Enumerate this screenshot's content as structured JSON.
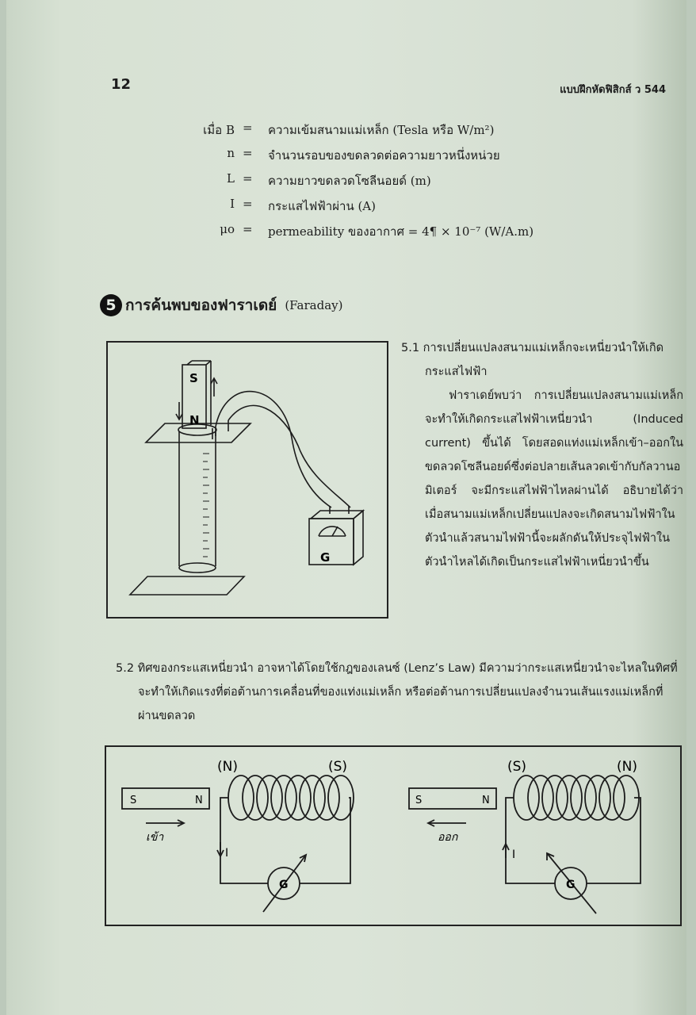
{
  "page_number": "12",
  "header": "แบบฝึกหัดฟิสิกส์ ว 544",
  "definitions": [
    {
      "symbol": "เมื่อ B",
      "text": "ความเข้มสนามแม่เหล็ก (Tesla หรือ W/m²)"
    },
    {
      "symbol": "n",
      "text": "จำนวนรอบของขดลวดต่อความยาวหนึ่งหน่วย"
    },
    {
      "symbol": "L",
      "text": "ความยาวขดลวดโซลีนอยด์ (m)"
    },
    {
      "symbol": "I",
      "text": "กระแสไฟฟ้าผ่าน (A)"
    },
    {
      "symbol": "μo",
      "text": "permeability ของอากาศ = 4¶ × 10⁻⁷ (W/A.m)"
    }
  ],
  "equals_sign": "=",
  "section5": {
    "number": "5",
    "title": "การค้นพบของฟาราเดย์",
    "title_en": "(Faraday)"
  },
  "figure1": {
    "magnet_s": "S",
    "magnet_n": "N",
    "meter_label": "G"
  },
  "sub51": {
    "heading": "5.1 การเปลี่ยนแปลงสนามแม่เหล็กจะเหนี่ยวนำให้เกิดกระแสไฟฟ้า",
    "body": "ฟาราเดย์พบว่า การเปลี่ยนแปลงสนามแม่เหล็กจะทำให้เกิดกระแสไฟฟ้าเหนี่ยวนำ (Induced current) ขึ้นได้ โดยสอดแท่งแม่เหล็กเข้า–ออกในขดลวดโซลีนอยด์ซึ่งต่อปลายเส้นลวดเข้ากับกัลวานอมิเตอร์ จะมีกระแสไฟฟ้าไหลผ่านได้ อธิบายได้ว่า เมื่อสนามแม่เหล็กเปลี่ยนแปลงจะเกิดสนามไฟฟ้าในตัวนำแล้วสนามไฟฟ้านี้จะผลักดันให้ประจุไฟฟ้าในตัวนำไหลได้เกิดเป็นกระแสไฟฟ้าเหนี่ยวนำขึ้น"
  },
  "sub52": {
    "text": "5.2 ทิศของกระแสเหนี่ยวนำ อาจหาได้โดยใช้กฎของเลนซ์ (Lenz’s Law) มีความว่ากระแสเหนี่ยวนำจะไหลในทิศที่จะทำให้เกิดแรงที่ต่อต้านการเคลื่อนที่ของแท่งแม่เหล็ก หรือต่อต้านการเปลี่ยนแปลงจำนวนเส้นแรงแม่เหล็กที่ผ่านขดลวด"
  },
  "figure2": {
    "left": {
      "coil_left": "(N)",
      "coil_right": "(S)",
      "magnet_s": "S",
      "magnet_n": "N",
      "motion": "เข้า",
      "current": "I",
      "meter": "G"
    },
    "right": {
      "coil_left": "(S)",
      "coil_right": "(N)",
      "magnet_s": "S",
      "magnet_n": "N",
      "motion": "ออก",
      "current": "I",
      "meter": "G"
    }
  }
}
